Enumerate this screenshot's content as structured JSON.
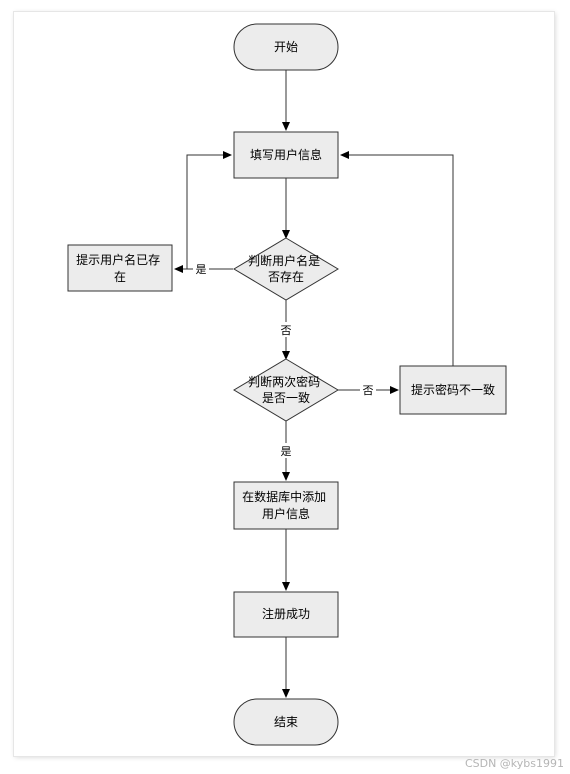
{
  "diagram": {
    "nodes": {
      "start": "开始",
      "fill_info": "填写用户信息",
      "check_name": [
        "判断用户名是",
        "否存在"
      ],
      "name_exists": [
        "提示用户名已存",
        "在"
      ],
      "check_pwd": [
        "判断两次密码",
        "是否一致"
      ],
      "pwd_mismatch": "提示密码不一致",
      "add_db": [
        "在数据库中添加",
        "用户信息"
      ],
      "register_ok": "注册成功",
      "end": "结束"
    },
    "edges": {
      "name_yes": "是",
      "name_no": "否",
      "pwd_no": "否",
      "pwd_yes": "是"
    }
  },
  "watermark": "CSDN @kybs1991"
}
